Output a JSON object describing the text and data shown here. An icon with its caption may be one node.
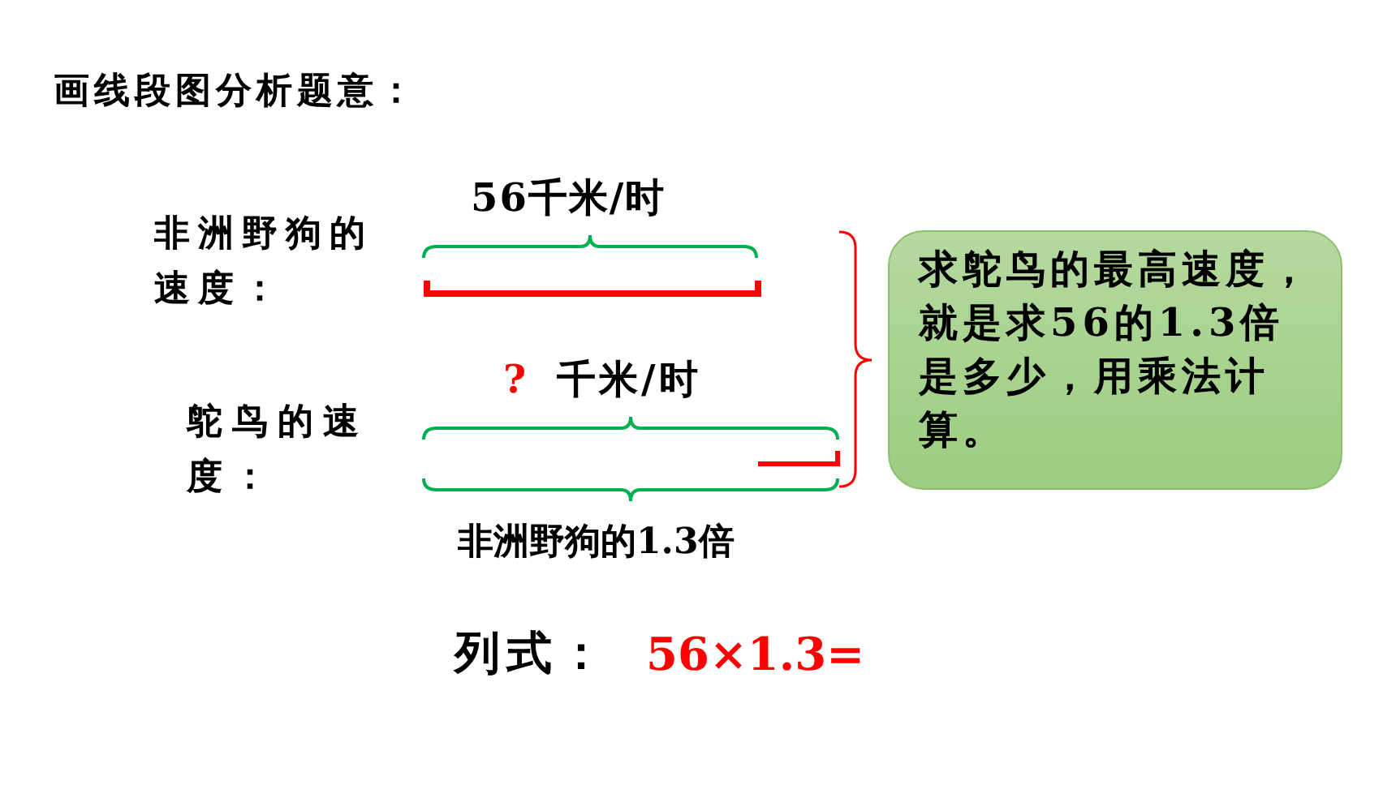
{
  "diagram": {
    "title": "画线段图分析题意：",
    "nodes": [
      {
        "text": [
          "求鸵鸟的最高速度，就是求56的1.3倍是多少，用乘法计算。"
        ]
      }
    ],
    "labels": [
      "非洲野狗的速度：",
      "56千米/时",
      "?",
      "千米/时",
      "鸵鸟的速度：",
      "非洲野狗的1.3倍",
      "列式：",
      "56×1.3="
    ]
  }
}
